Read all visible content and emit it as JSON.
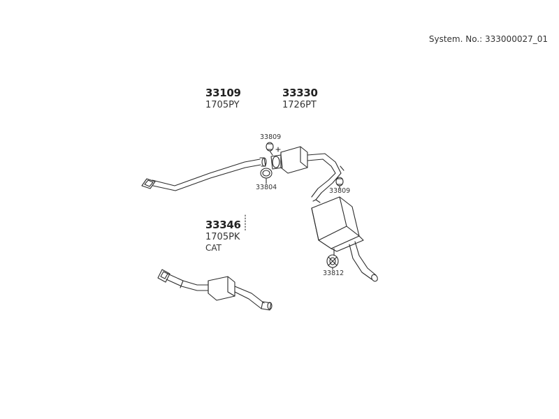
{
  "header": {
    "system_number": "System. No.: 333000027_01"
  },
  "parts": [
    {
      "number": "33109",
      "code": "1705PY",
      "sub": ""
    },
    {
      "number": "33330",
      "code": "1726PT",
      "sub": ""
    },
    {
      "number": "33346",
      "code": "1705PK",
      "sub": "CAT"
    }
  ],
  "callouts": {
    "clamp_upper": "33809",
    "gasket": "33804",
    "clamp_mid": "33809",
    "hanger": "33812"
  },
  "colors": {
    "line": "#2b2b2b",
    "background": "#ffffff"
  }
}
